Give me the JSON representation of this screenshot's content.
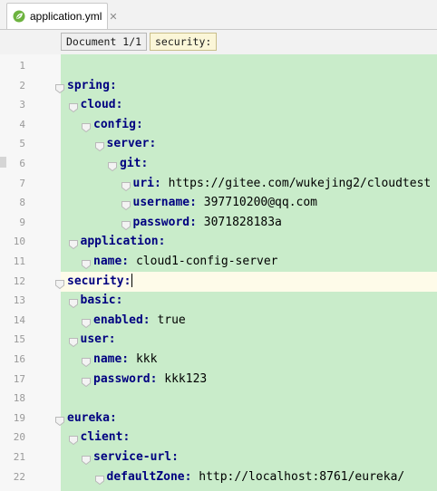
{
  "tab": {
    "label": "application.yml",
    "close": "✕",
    "icon": "spring-leaf-icon"
  },
  "breadcrumbs": [
    "Document 1/1",
    "security:"
  ],
  "colors": {
    "code_background": "#c9ecca",
    "current_line": "#fefbe9",
    "key": "#000080"
  },
  "editor": {
    "lines": [
      {
        "n": "1",
        "indent": 0,
        "key": "",
        "value": ""
      },
      {
        "n": "2",
        "indent": 0,
        "key": "spring:",
        "value": ""
      },
      {
        "n": "3",
        "indent": 1,
        "key": "cloud:",
        "value": ""
      },
      {
        "n": "4",
        "indent": 2,
        "key": "config:",
        "value": ""
      },
      {
        "n": "5",
        "indent": 3,
        "key": "server:",
        "value": ""
      },
      {
        "n": "6",
        "indent": 4,
        "key": "git:",
        "value": ""
      },
      {
        "n": "7",
        "indent": 5,
        "key": "uri:",
        "value": "https://gitee.com/wukejing2/cloudtest"
      },
      {
        "n": "8",
        "indent": 5,
        "key": "username:",
        "value": "397710200@qq.com"
      },
      {
        "n": "9",
        "indent": 5,
        "key": "password:",
        "value": "3071828183a"
      },
      {
        "n": "10",
        "indent": 1,
        "key": "application:",
        "value": ""
      },
      {
        "n": "11",
        "indent": 2,
        "key": "name:",
        "value": "cloud1-config-server"
      },
      {
        "n": "12",
        "indent": 0,
        "key": "security:",
        "value": "",
        "current": true
      },
      {
        "n": "13",
        "indent": 1,
        "key": "basic:",
        "value": ""
      },
      {
        "n": "14",
        "indent": 2,
        "key": "enabled:",
        "value": "true"
      },
      {
        "n": "15",
        "indent": 1,
        "key": "user:",
        "value": ""
      },
      {
        "n": "16",
        "indent": 2,
        "key": "name:",
        "value": "kkk"
      },
      {
        "n": "17",
        "indent": 2,
        "key": "password:",
        "value": "kkk123"
      },
      {
        "n": "18",
        "indent": 0,
        "key": "",
        "value": ""
      },
      {
        "n": "19",
        "indent": 0,
        "key": "eureka:",
        "value": ""
      },
      {
        "n": "20",
        "indent": 1,
        "key": "client:",
        "value": ""
      },
      {
        "n": "21",
        "indent": 2,
        "key": "service-url:",
        "value": ""
      },
      {
        "n": "22",
        "indent": 3,
        "key": "defaultZone:",
        "value": "http://localhost:8761/eureka/"
      }
    ]
  }
}
